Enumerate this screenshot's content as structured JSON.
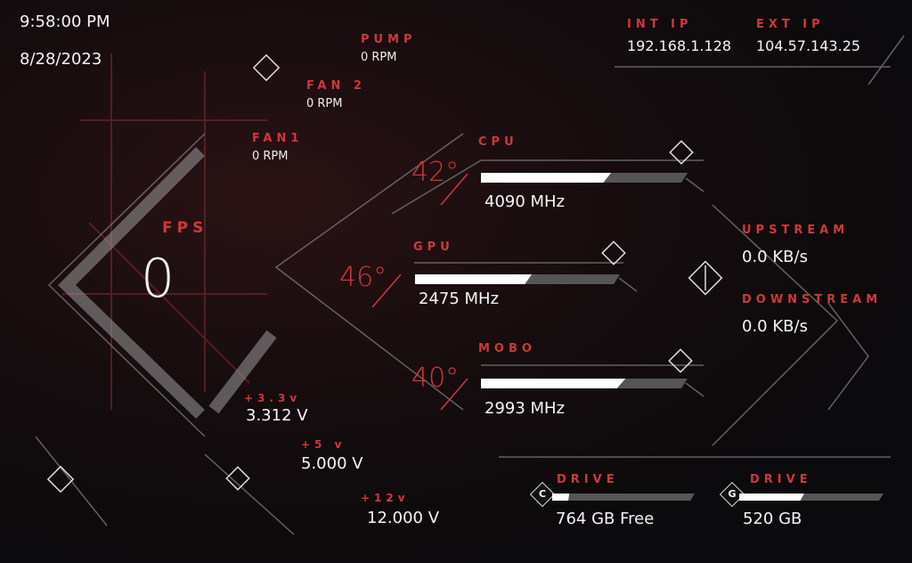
{
  "clock": {
    "time": "9:58:00 PM",
    "date": "8/28/2023"
  },
  "fans": [
    {
      "label": "PUMP",
      "value": "0 RPM"
    },
    {
      "label": "FAN 2",
      "value": "0 RPM"
    },
    {
      "label": "FAN1",
      "value": "0 RPM"
    }
  ],
  "fps": {
    "label": "FPS",
    "value": "0"
  },
  "voltages": [
    {
      "label": "+3.3v",
      "value": "3.312 V"
    },
    {
      "label": "+5 v",
      "value": "5.000 V"
    },
    {
      "label": "+12v",
      "value": "12.000 V"
    }
  ],
  "sensors": [
    {
      "label": "CPU",
      "temp": "42°",
      "value": "4090 MHz",
      "load": 0.63
    },
    {
      "label": "GPU",
      "temp": "46°",
      "value": "2475 MHz",
      "load": 0.57
    },
    {
      "label": "MOBO",
      "temp": "40°",
      "value": "2993 MHz",
      "load": 0.7
    }
  ],
  "network": {
    "int_ip_label": "INT IP",
    "int_ip": "192.168.1.128",
    "ext_ip_label": "EXT IP",
    "ext_ip": "104.57.143.25",
    "upstream_label": "UPSTREAM",
    "upstream": "0.0 KB/s",
    "downstream_label": "DOWNSTREAM",
    "downstream": "0.0 KB/s"
  },
  "drives": [
    {
      "letter": "C",
      "label": "DRIVE",
      "value": "764 GB Free",
      "used": 0.12
    },
    {
      "letter": "G",
      "label": "DRIVE",
      "value": "520 GB",
      "used": 0.45
    }
  ],
  "colors": {
    "accent": "#d0373a",
    "text": "#f2f2f2",
    "bar": "#ffffff"
  }
}
